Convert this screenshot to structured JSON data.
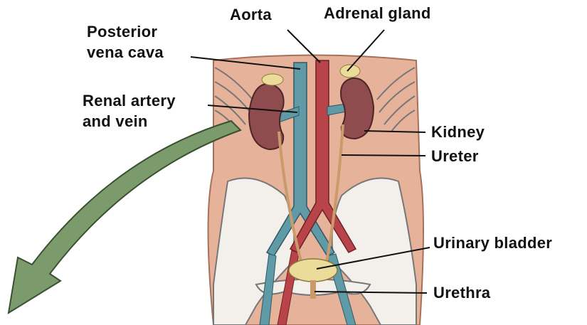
{
  "labels": {
    "posterior_vena_cava": [
      "Posterior",
      "vena cava"
    ],
    "aorta": "Aorta",
    "adrenal_gland": "Adrenal gland",
    "renal_artery_vein": [
      "Renal artery",
      "and vein"
    ],
    "kidney": "Kidney",
    "ureter": "Ureter",
    "urinary_bladder": "Urinary bladder",
    "urethra": "Urethra"
  },
  "colors": {
    "skin": "#e6b39a",
    "aorta": "#b8444a",
    "vena_cava": "#5f9aa6",
    "kidney": "#8e4c4e",
    "adrenal": "#ecdc9a",
    "bone": "#f3efea",
    "arrow": "#7c9b6c"
  }
}
